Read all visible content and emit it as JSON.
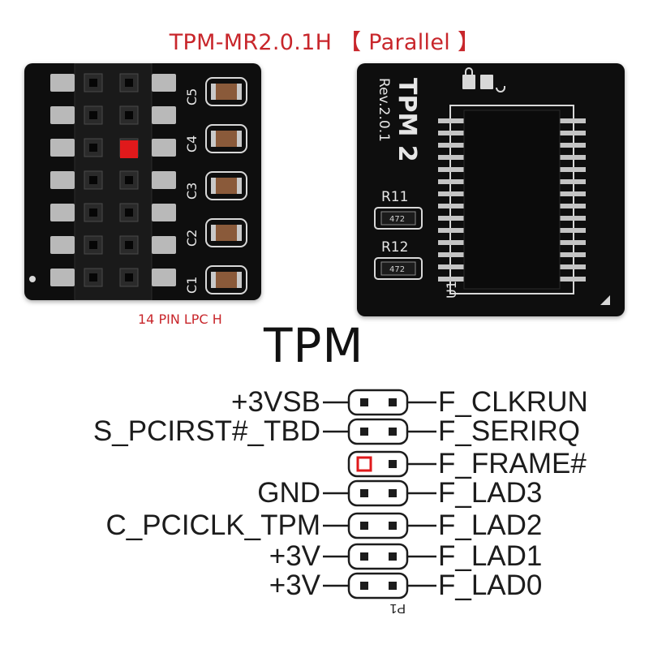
{
  "title": "TPM-MR2.0.1H 【 Parallel 】",
  "left_board": {
    "caps": [
      "C5",
      "C4",
      "C3",
      "C2",
      "C1"
    ],
    "connector_label": "14 PIN LPC H"
  },
  "right_board": {
    "name": "TPM 2",
    "rev": "Rev.2.0.1",
    "resistors": [
      {
        "ref": "R11",
        "value": "472"
      },
      {
        "ref": "R12",
        "value": "472"
      }
    ],
    "chip": "U1"
  },
  "pinout": {
    "heading": "TPM",
    "left_signals": [
      "+3VSB",
      "S_PCIRST#_TBD",
      "GND",
      "C_PCICLK_TPM",
      "+3V",
      "+3V"
    ],
    "right_signals": [
      "F_CLKRUN",
      "F_SERIRQ",
      "F_FRAME#",
      "F_LAD3",
      "F_LAD2",
      "F_LAD1",
      "F_LAD0"
    ],
    "pin1_marker": "P1"
  },
  "colors": {
    "accent_red": "#c8262b",
    "key_pin": "#e0191b",
    "board": "#0e0e0e",
    "pad": "#b9b9b9"
  }
}
